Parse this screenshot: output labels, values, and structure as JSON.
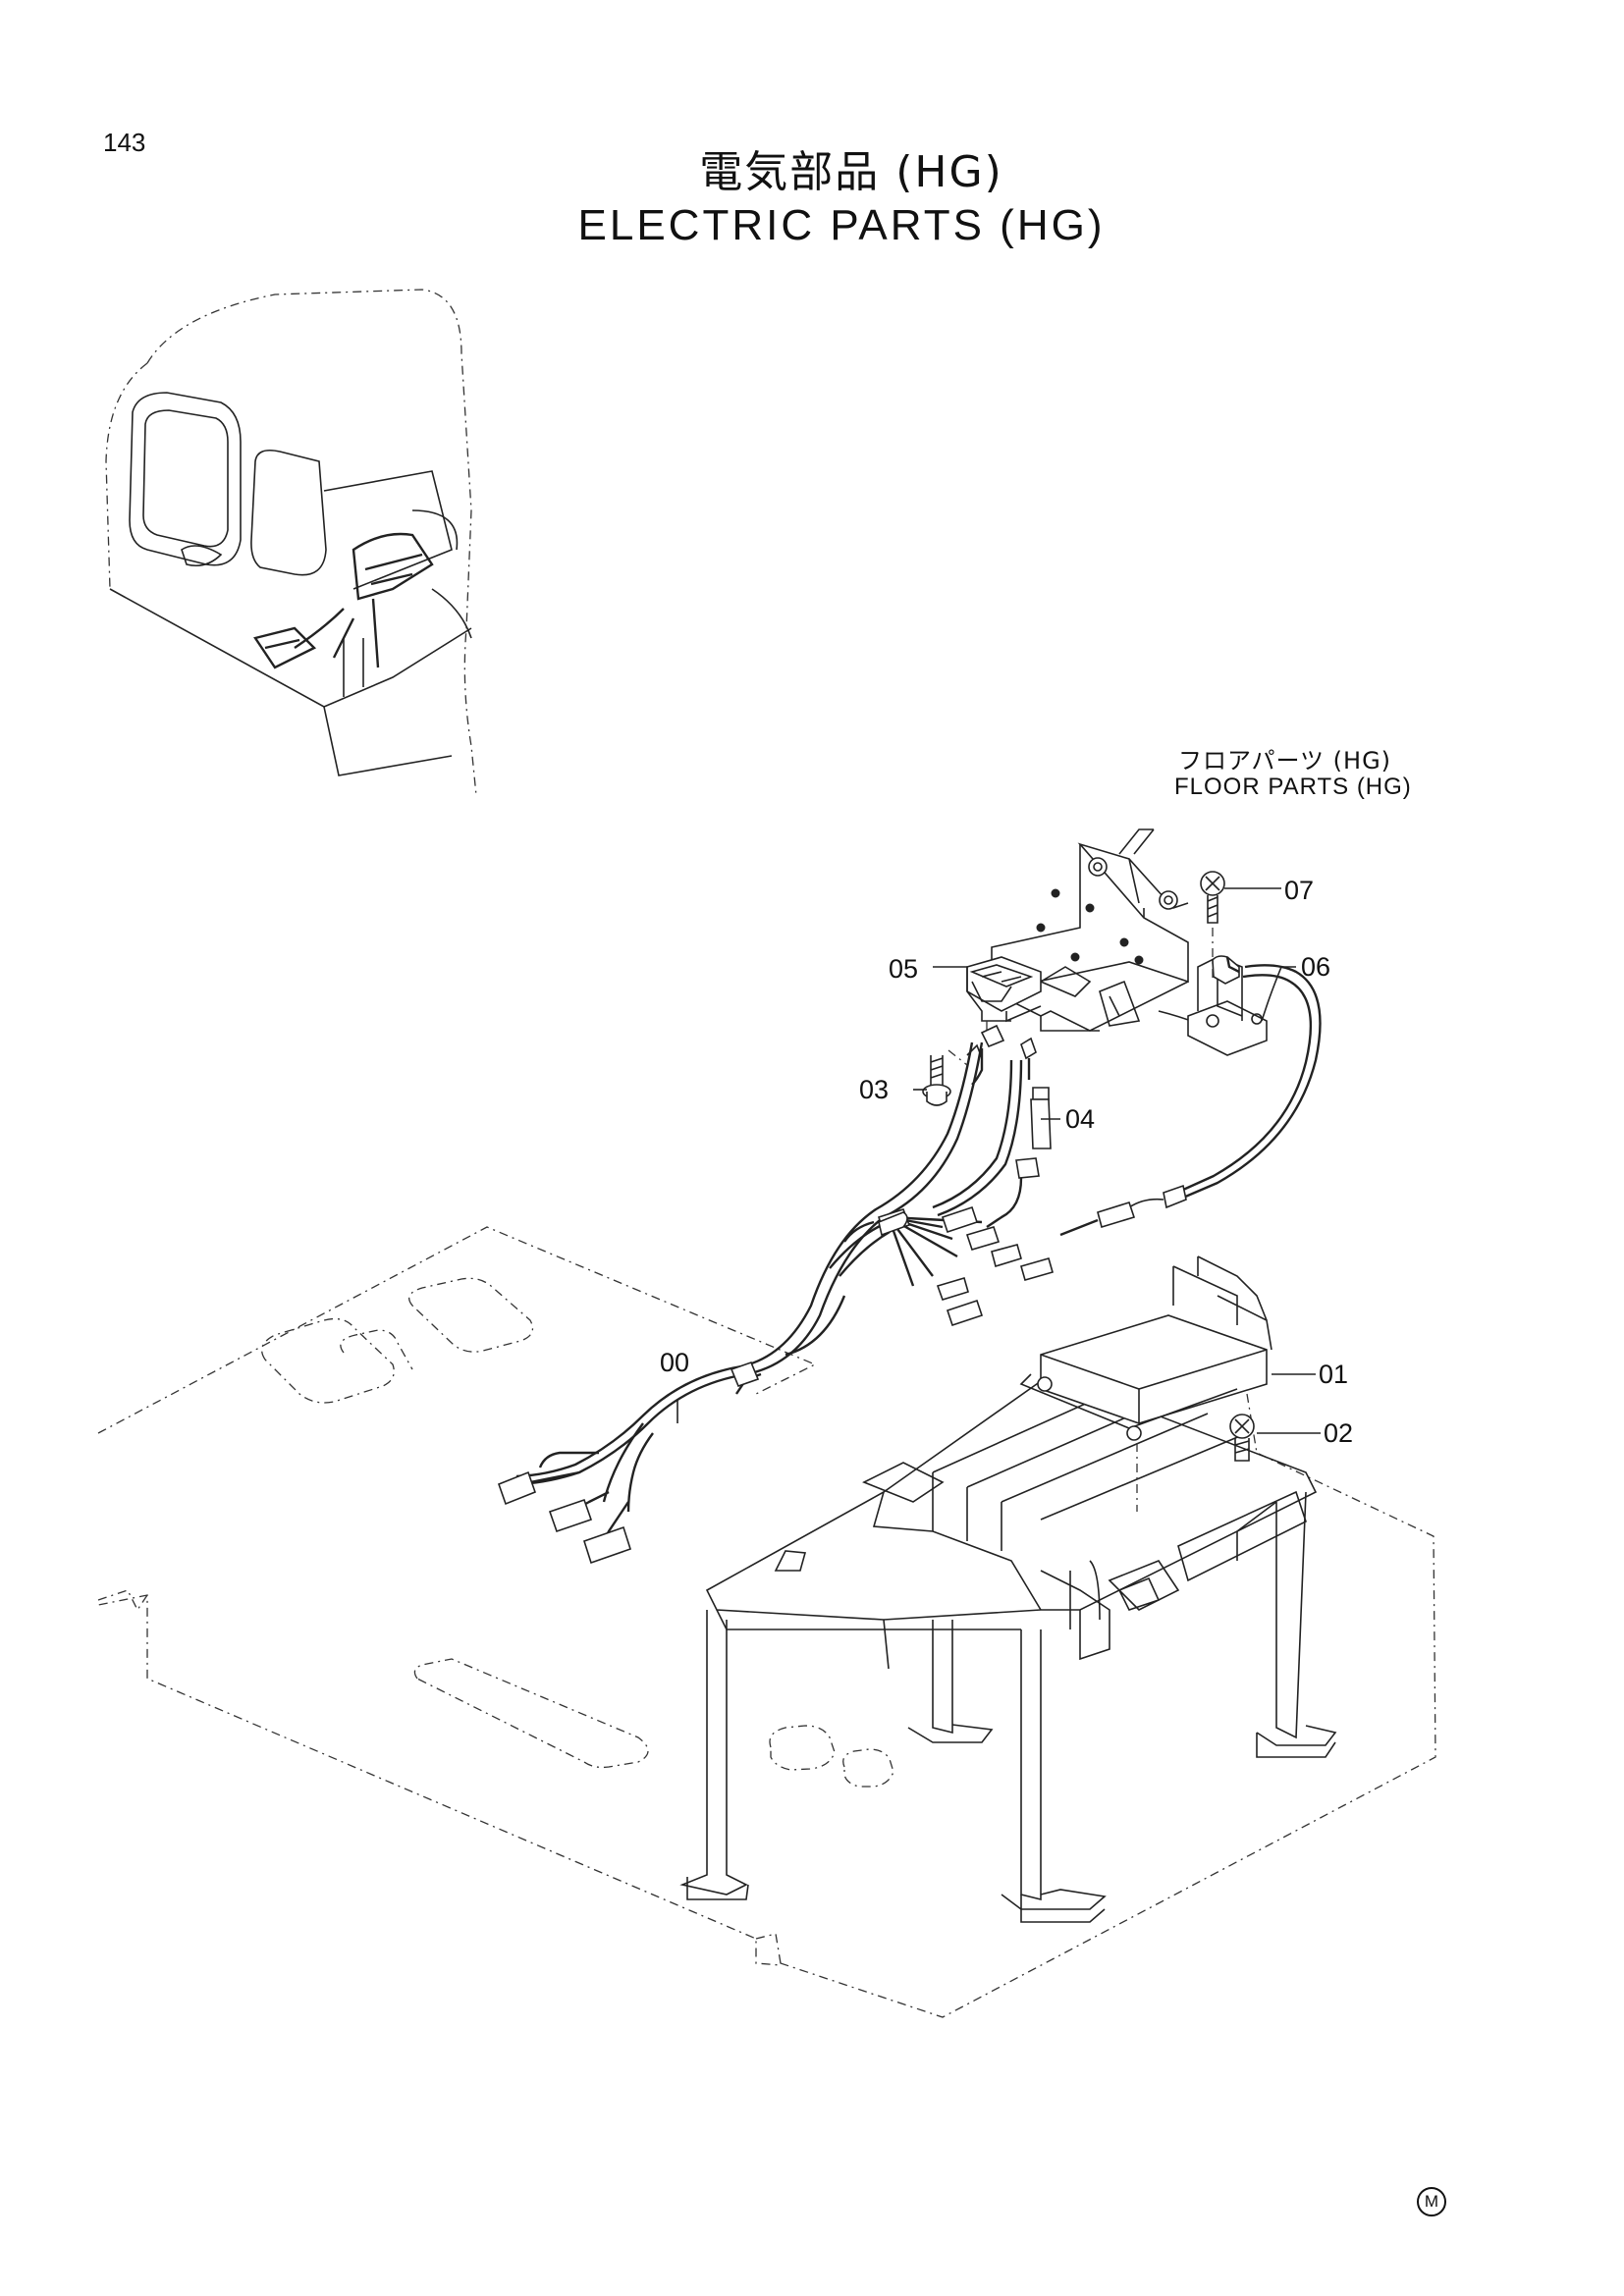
{
  "page": {
    "number": "143",
    "mark": "M"
  },
  "title": {
    "jp": "電気部品 (HG)",
    "en": "ELECTRIC PARTS (HG)"
  },
  "reference": {
    "jp": "フロアパーツ (HG)",
    "en": "FLOOR PARTS (HG)"
  },
  "callouts": {
    "c00": "00",
    "c01": "01",
    "c02": "02",
    "c03": "03",
    "c04": "04",
    "c05": "05",
    "c06": "06",
    "c07": "07"
  }
}
